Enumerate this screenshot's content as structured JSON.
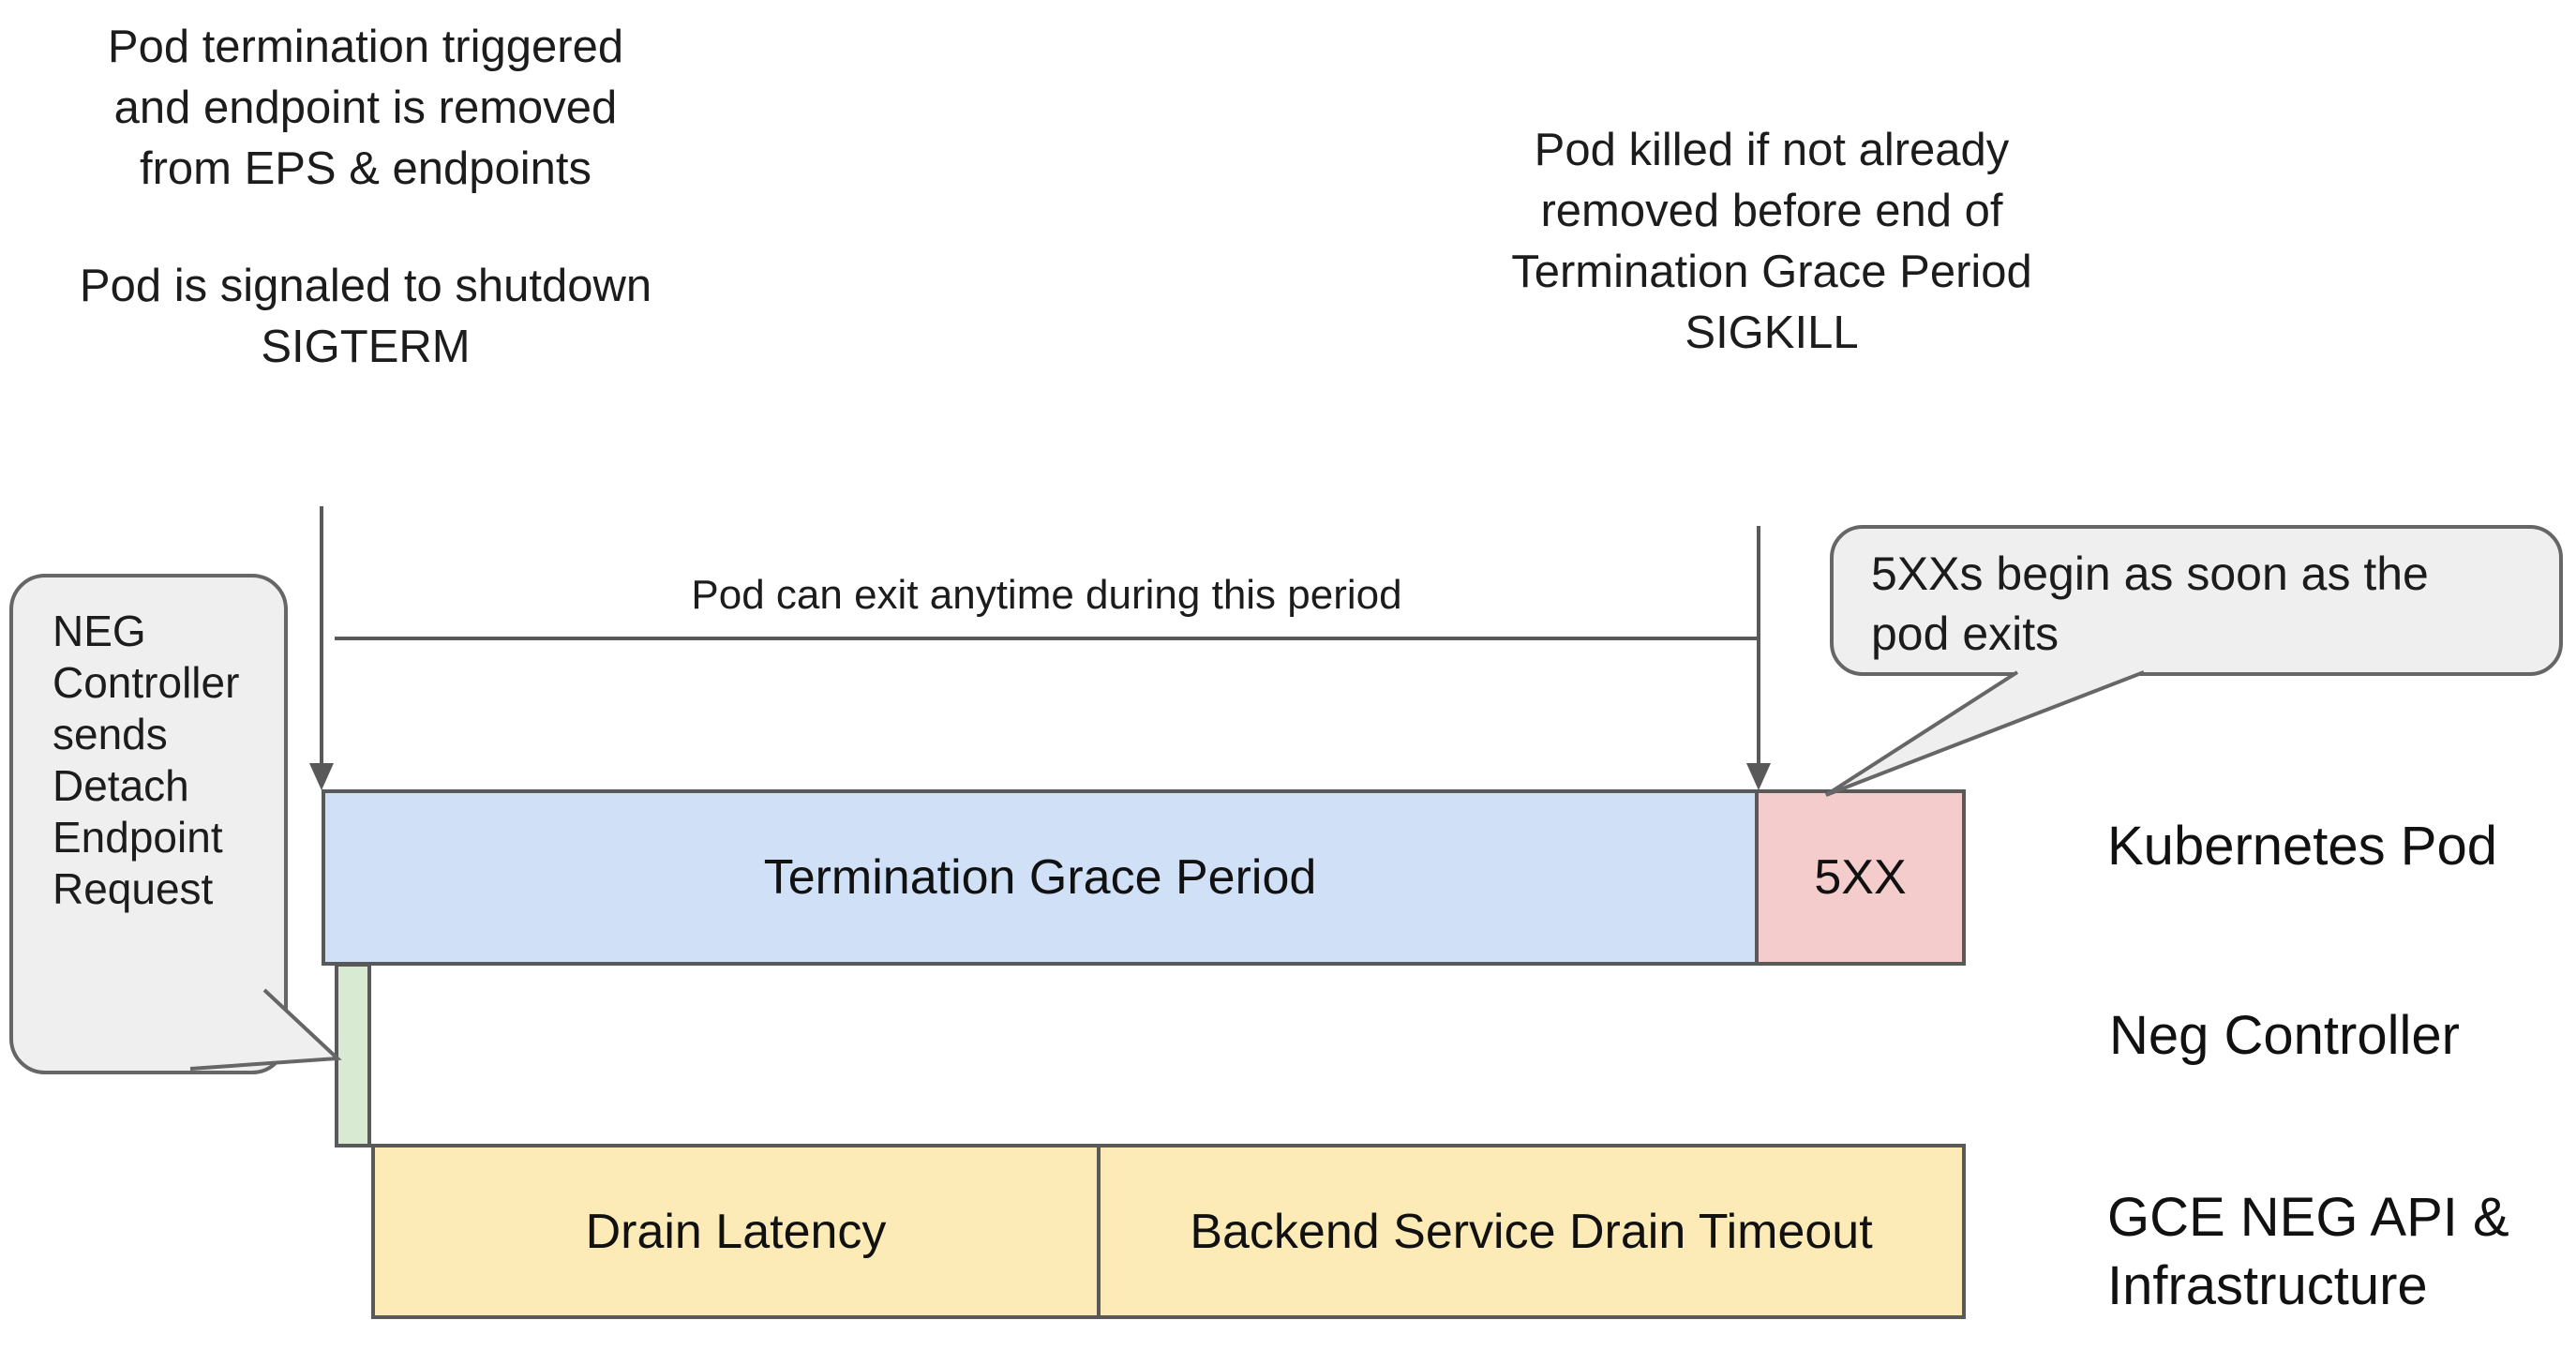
{
  "colors": {
    "grace_period_fill": "#cfe0f7",
    "error_fill": "#f4cccc",
    "neg_controller_fill": "#d9ead3",
    "gce_fill": "#fcebb6",
    "bar_border": "#595959",
    "bubble_fill": "#efefef",
    "bubble_border": "#666666",
    "arrow_line": "#595959",
    "text": "#1c1c1c"
  },
  "annotations": {
    "top_left": {
      "para1": [
        "Pod termination triggered",
        "and endpoint is removed",
        "from EPS & endpoints"
      ],
      "para2": [
        "Pod is signaled to shutdown",
        "SIGTERM"
      ]
    },
    "top_right": [
      "Pod killed if not already",
      "removed before end of",
      "Termination Grace Period",
      "SIGKILL"
    ],
    "span_label": "Pod can exit anytime during this period"
  },
  "callouts": {
    "left": [
      "NEG",
      "Controller",
      "sends",
      "Detach",
      "Endpoint",
      "Request"
    ],
    "right": [
      "5XXs begin as soon as the",
      "pod exits"
    ]
  },
  "timeline": {
    "kubernetes_pod": {
      "grace_period": "Termination Grace Period",
      "errors": "5XX"
    },
    "gce": {
      "drain_latency": "Drain Latency",
      "backend_drain_timeout": "Backend Service Drain Timeout"
    }
  },
  "row_labels": {
    "kubernetes_pod": "Kubernetes Pod",
    "neg_controller": "Neg Controller",
    "gce_line1": "GCE NEG API &",
    "gce_line2": "Infrastructure"
  }
}
